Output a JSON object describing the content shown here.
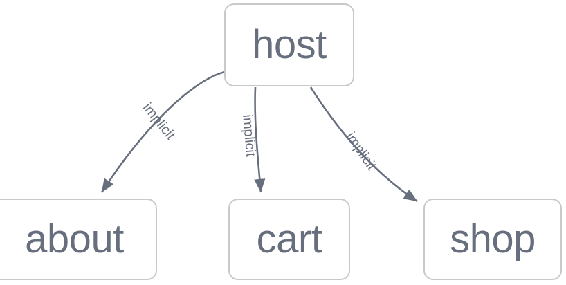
{
  "diagram": {
    "type": "directed-graph",
    "background_color": "#ffffff",
    "node_border_color": "#c9c9c9",
    "node_fill_color": "#ffffff",
    "text_color": "#676f7e",
    "edge_color": "#676f7e",
    "nodes": [
      {
        "id": "host",
        "label": "host"
      },
      {
        "id": "about",
        "label": "about"
      },
      {
        "id": "cart",
        "label": "cart"
      },
      {
        "id": "shop",
        "label": "shop"
      }
    ],
    "edges": [
      {
        "from": "host",
        "to": "about",
        "label": "implicit"
      },
      {
        "from": "host",
        "to": "cart",
        "label": "implicit"
      },
      {
        "from": "host",
        "to": "shop",
        "label": "implicit"
      }
    ]
  }
}
